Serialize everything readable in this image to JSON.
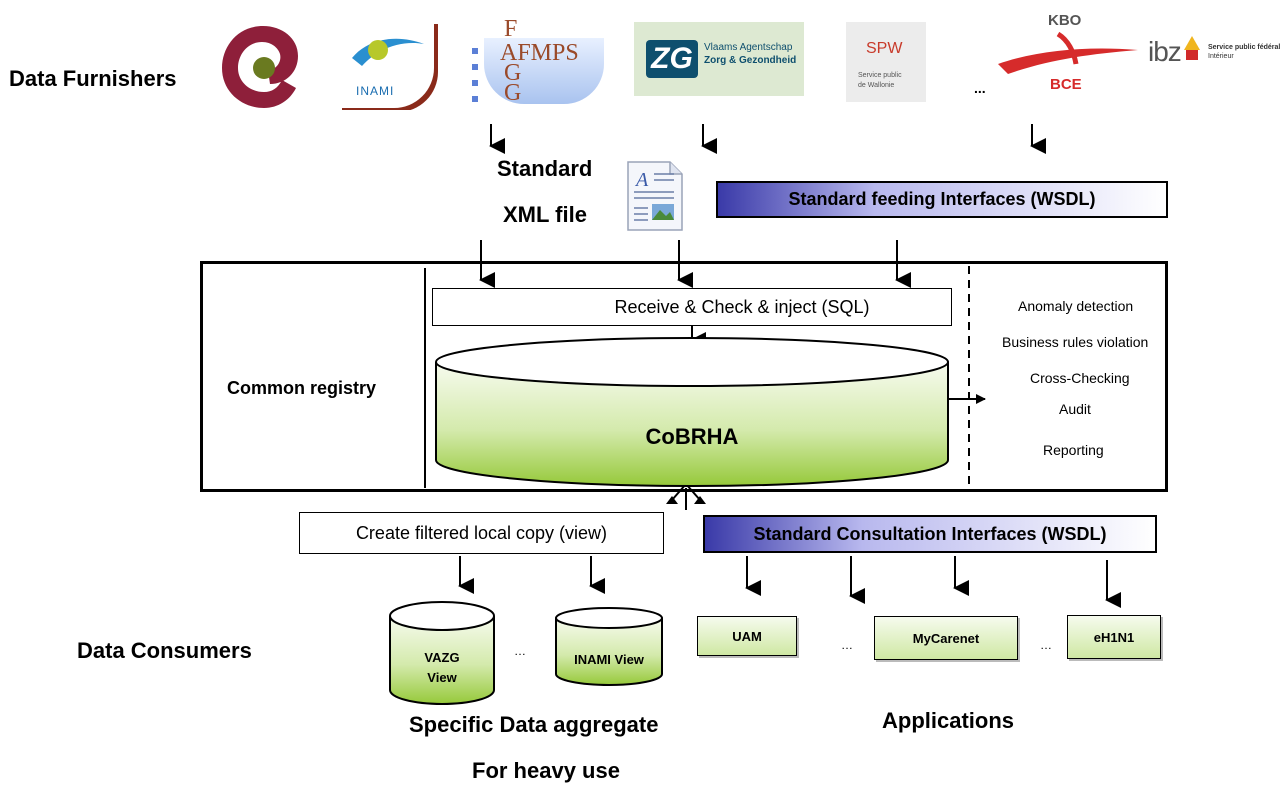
{
  "header": {
    "data_furnishers": "Data Furnishers"
  },
  "logos": {
    "inami": "INAMI",
    "afmps_letters": [
      "F",
      "AFMPS",
      "G",
      "G"
    ],
    "zg_mark": "ZG",
    "zg_text_1": "Vlaams Agentschap",
    "zg_text_2": "Zorg & Gezondheid",
    "spw_mark": "SPW",
    "spw_text_1": "Service public",
    "spw_text_2": "de Wallonie",
    "ellipsis": "...",
    "kbo": "KBO",
    "bce": "BCE",
    "ibz": "ibz",
    "ibz_text_1": "Service public fédéral",
    "ibz_text_2": "Intérieur"
  },
  "inputs": {
    "standard_xml_line1": "Standard",
    "standard_xml_line2": "XML file",
    "feeding_interfaces": "Standard feeding Interfaces (WSDL)"
  },
  "registry": {
    "common_registry": "Common registry",
    "receive_check_inject": "Receive & Check & inject (SQL)",
    "database": "CoBRHA",
    "checks": [
      "Anomaly detection",
      "Business rules violation",
      "Cross-Checking",
      "Audit",
      "Reporting"
    ]
  },
  "outputs": {
    "create_filtered_copy": "Create filtered local copy (view)",
    "consultation_interfaces": "Standard Consultation Interfaces (WSDL)"
  },
  "consumers": {
    "label": "Data Consumers",
    "views": [
      {
        "line1": "VAZG",
        "line2": "View"
      },
      {
        "line1": "INAMI View",
        "line2": ""
      }
    ],
    "view_ellipsis": "…",
    "applications": [
      "UAM",
      "MyCarenet",
      "eH1N1"
    ],
    "app_ellipsis": "…",
    "specific_aggregate_line1": "Specific Data aggregate",
    "specific_aggregate_line2": "For heavy use",
    "applications_label": "Applications"
  }
}
